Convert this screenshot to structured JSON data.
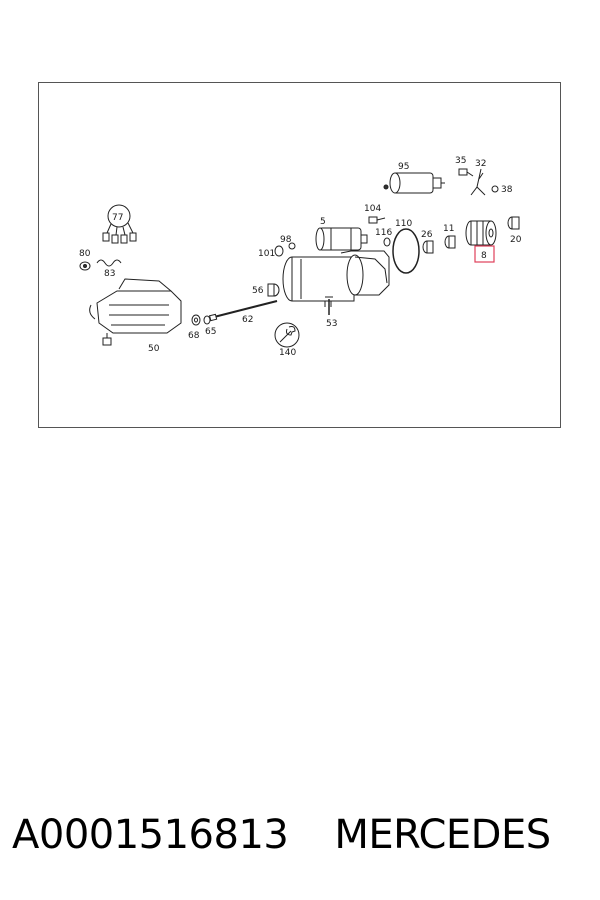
{
  "diagram": {
    "colors": {
      "highlight": "#e0405a",
      "stroke": "#222222",
      "border": "#555555"
    },
    "callouts": [
      {
        "id": "95",
        "text": "95"
      },
      {
        "id": "35",
        "text": "35"
      },
      {
        "id": "32",
        "text": "32"
      },
      {
        "id": "38",
        "text": "38"
      },
      {
        "id": "77",
        "text": "77"
      },
      {
        "id": "104",
        "text": "104"
      },
      {
        "id": "5",
        "text": "5"
      },
      {
        "id": "110",
        "text": "110"
      },
      {
        "id": "116",
        "text": "116"
      },
      {
        "id": "98",
        "text": "98"
      },
      {
        "id": "26",
        "text": "26"
      },
      {
        "id": "11",
        "text": "11"
      },
      {
        "id": "20",
        "text": "20"
      },
      {
        "id": "8",
        "text": "8",
        "highlighted": true
      },
      {
        "id": "80",
        "text": "80"
      },
      {
        "id": "101",
        "text": "101"
      },
      {
        "id": "83",
        "text": "83"
      },
      {
        "id": "56",
        "text": "56"
      },
      {
        "id": "62",
        "text": "62"
      },
      {
        "id": "53",
        "text": "53"
      },
      {
        "id": "68",
        "text": "68"
      },
      {
        "id": "65",
        "text": "65"
      },
      {
        "id": "50",
        "text": "50"
      },
      {
        "id": "140",
        "text": "140"
      }
    ]
  },
  "caption": {
    "part_number": "A0001516813",
    "brand": "MERCEDES"
  }
}
